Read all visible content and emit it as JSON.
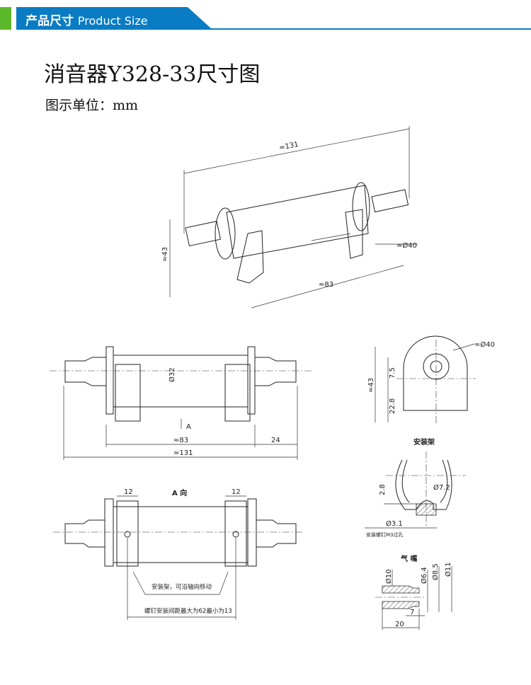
{
  "header": {
    "title_cn": "产品尺寸",
    "title_en": "Product Size",
    "colors": {
      "blue": "#0a7cc4",
      "green": "#5cb82a"
    }
  },
  "title": "消音器Y328-33尺寸图",
  "unit": "图示单位：mm",
  "iso_view": {
    "length": "≈131",
    "diameter": "≈Ø40",
    "height": "≈43",
    "body": "≈83"
  },
  "front_view": {
    "inner_dia": "Ø32",
    "section": "A",
    "body": "≈83",
    "nozzle": "24",
    "total": "≈131"
  },
  "side_view": {
    "height": "≈43",
    "upper": "7.5",
    "lower": "22.8",
    "diameter": "≈Ø40"
  },
  "bracket": {
    "title": "安装架",
    "h": "2.8",
    "hole_top": "Ø7.2",
    "hole": "Ø3.1",
    "note": "安装螺钉M3过孔"
  },
  "nozzle": {
    "title": "气 嘴",
    "d1": "Ø10",
    "d2": "Ø6.4",
    "d3": "Ø8.5",
    "d4": "Ø11",
    "l1": "7",
    "l2": "20"
  },
  "a_view": {
    "title": "A 向",
    "w_left": "12",
    "w_right": "12",
    "note1": "安装架，可沿轴向移动",
    "note2": "螺钉安装间距最大为62最小为13"
  }
}
